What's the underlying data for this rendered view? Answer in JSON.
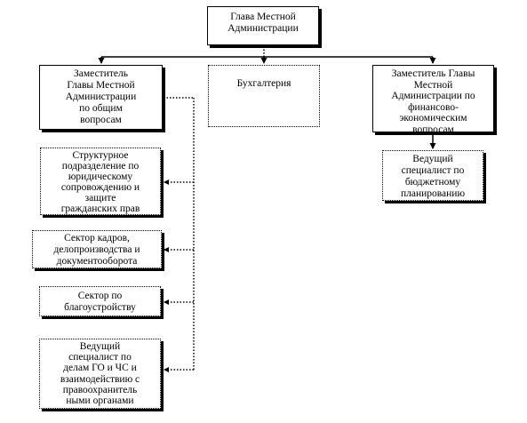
{
  "diagram": {
    "head": {
      "text": "Глава Местной\nАдминистрации"
    },
    "deputy_general": {
      "text": "Заместитель\nГлавы Местной\nАдминистрации\nпо общим\nвопросам"
    },
    "accounting": {
      "text": "Бухгалтерия"
    },
    "deputy_finance": {
      "text": "Заместитель Главы\nМестной\nАдминистрации по\nфинансово-\nэкономическим\nвопросам"
    },
    "budget_specialist": {
      "text": "Ведущий\nспециалист по\nбюджетному\nпланированию"
    },
    "legal_unit": {
      "text": "Структурное\nподразделение по\nюридическому\nсопровождению и\nзащите\nгражданских прав"
    },
    "hr_sector": {
      "text": "Сектор кадров,\nделопроизводства и\nдокументооборота"
    },
    "improvement_sector": {
      "text": "Сектор по\nблагоустройству"
    },
    "civil_defense_specialist": {
      "text": "Ведущий\nспециалист по\nделам ГО и ЧС и\nвзаимодействию с\nправоохранитель\nными органами"
    }
  }
}
